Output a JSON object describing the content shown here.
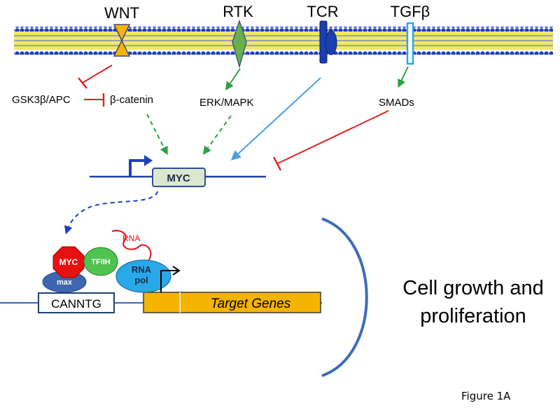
{
  "receptors": {
    "wnt": "WNT",
    "rtk": "RTK",
    "tcr": "TCR",
    "tgfb": "TGFβ"
  },
  "intermediates": {
    "gsk3b_apc": "GSK3β/APC",
    "beta_catenin": "β-catenin",
    "erk_mapk": "ERK/MAPK",
    "smads": "SMADs"
  },
  "promoter": {
    "gene": "MYC"
  },
  "complex": {
    "myc": "MYC",
    "tfiih": "TFIIH",
    "max": "max",
    "rna": "RNA",
    "rna_pol_line1": "RNA",
    "rna_pol_line2": "pol",
    "ebox": "CANNTG",
    "target_genes": "Target Genes"
  },
  "outcome": {
    "line1": "Cell growth and",
    "line2": "proliferation"
  },
  "figure_label": "Figure 1A",
  "colors": {
    "membrane_blue": "#1f3fbf",
    "membrane_yellow": "#f2e66b",
    "activation_green": "#2ea043",
    "inhibition_red": "#e02020",
    "tcr_arrow_blue": "#4a9de0",
    "dna_blue": "#1f3f9f",
    "gene_orange": "#f5b400",
    "myc_red": "#e81010",
    "tfiih_green": "#4fc24f",
    "max_blue": "#3d66b0",
    "rnapol_cyan": "#29a8e8",
    "bracket_blue": "#3c6eb5"
  }
}
